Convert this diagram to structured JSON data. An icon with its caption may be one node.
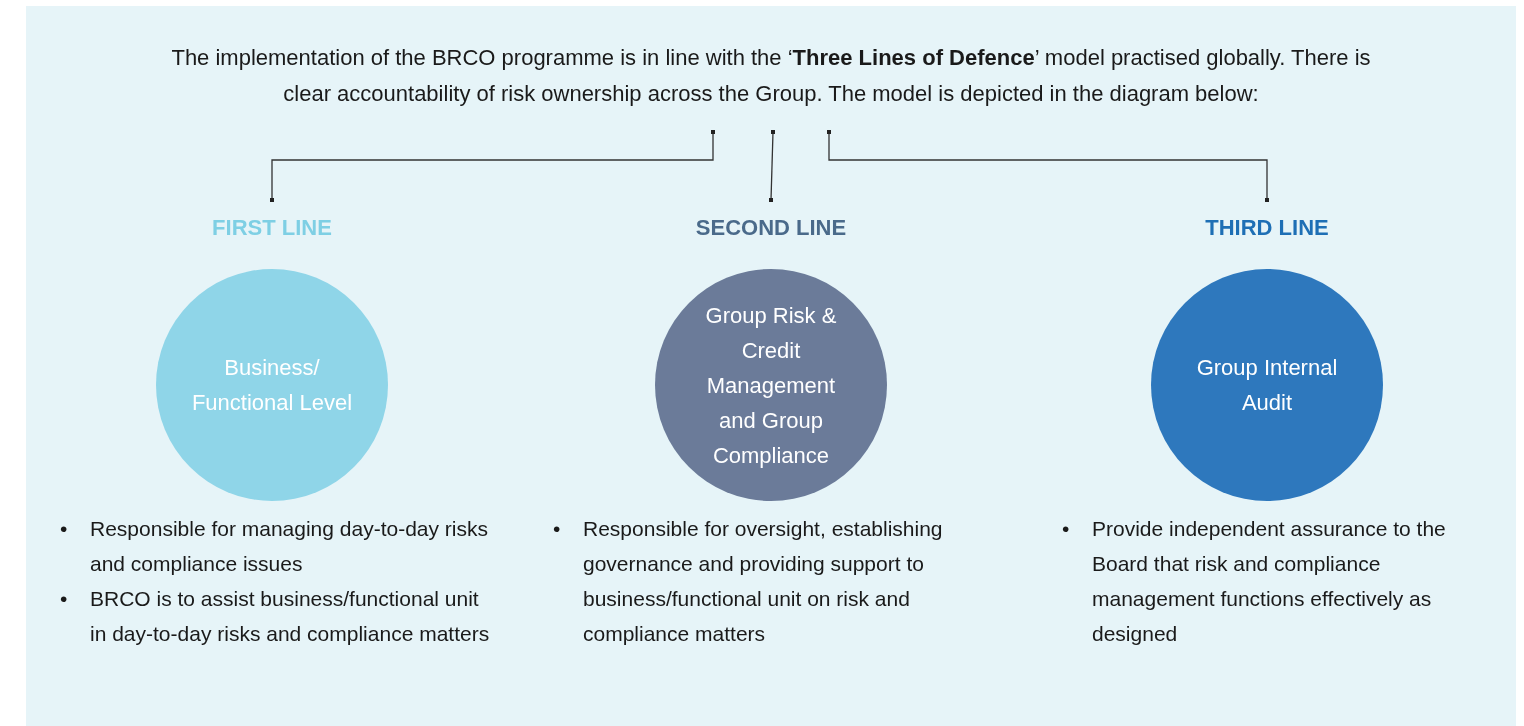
{
  "diagram": {
    "title": "The implementation of the BRCO programme is in line with the ‘**Three Lines of Defence**’ model practised globally. There is clear accountability of risk ownership across the Group. The model is depicted in the diagram below:",
    "nodes": [
      {
        "text": [
          "FIRST LINE",
          "Business/ Functional Level"
        ],
        "beside": [
          "•",
          "Responsible for managing day-to-day risks and compliance issues",
          "•",
          "BRCO is to assist business/functional unit in day-to-day risks and compliance matters"
        ]
      },
      {
        "text": [
          "SECOND LINE",
          "Group Risk & Credit Management and Group Compliance"
        ],
        "beside": [
          "•",
          "Responsible for oversight, establishing governance and providing support to business/functional unit on risk and compliance matters"
        ]
      },
      {
        "text": [
          "THIRD LINE",
          "Group Internal Audit"
        ],
        "beside": [
          "•",
          "Provide independent assurance to the Board that risk and compliance management functions effectively as designed"
        ]
      }
    ],
    "edges": [
      {
        "from": null,
        "to": 0,
        "arrow": "other"
      },
      {
        "from": null,
        "to": 1,
        "arrow": "other"
      },
      {
        "from": null,
        "to": 2,
        "arrow": "other"
      }
    ]
  }
}
